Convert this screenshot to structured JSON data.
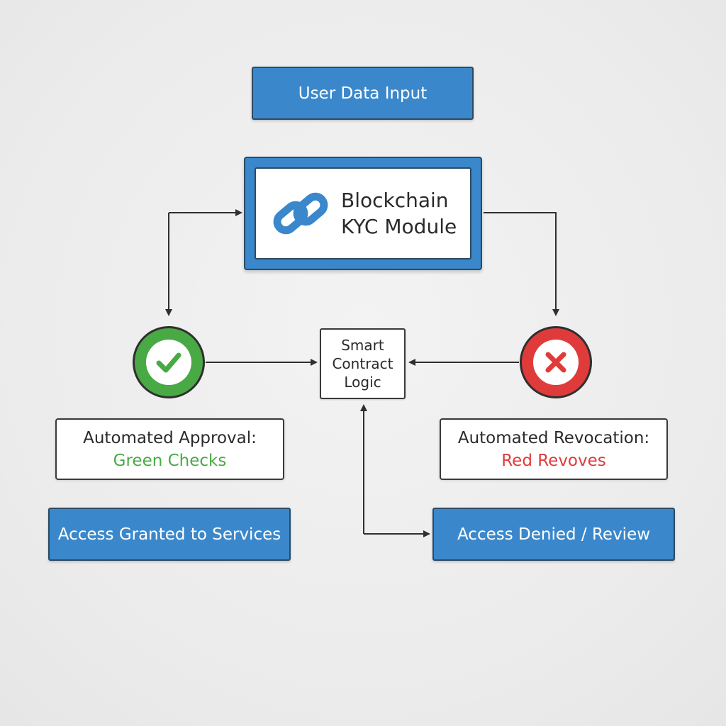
{
  "nodes": {
    "user_input": "User Data Input",
    "kyc_module": "Blockchain\nKYC Module",
    "smart_contract": "Smart\nContract\nLogic",
    "approval_title": "Automated Approval:",
    "approval_subtitle": "Green Checks",
    "revocation_title": "Automated Revocation:",
    "revocation_subtitle": "Red Revoves",
    "access_granted": "Access Granted to Services",
    "access_denied": "Access Denied / Review"
  },
  "icons": {
    "kyc": "chain-link-icon",
    "approve": "check-icon",
    "revoke": "x-icon"
  },
  "colors": {
    "primary_blue": "#3a88cb",
    "approve_green": "#49a944",
    "revoke_red": "#e03b3b",
    "border_dark": "#2c4a63",
    "background": "#ececec"
  }
}
